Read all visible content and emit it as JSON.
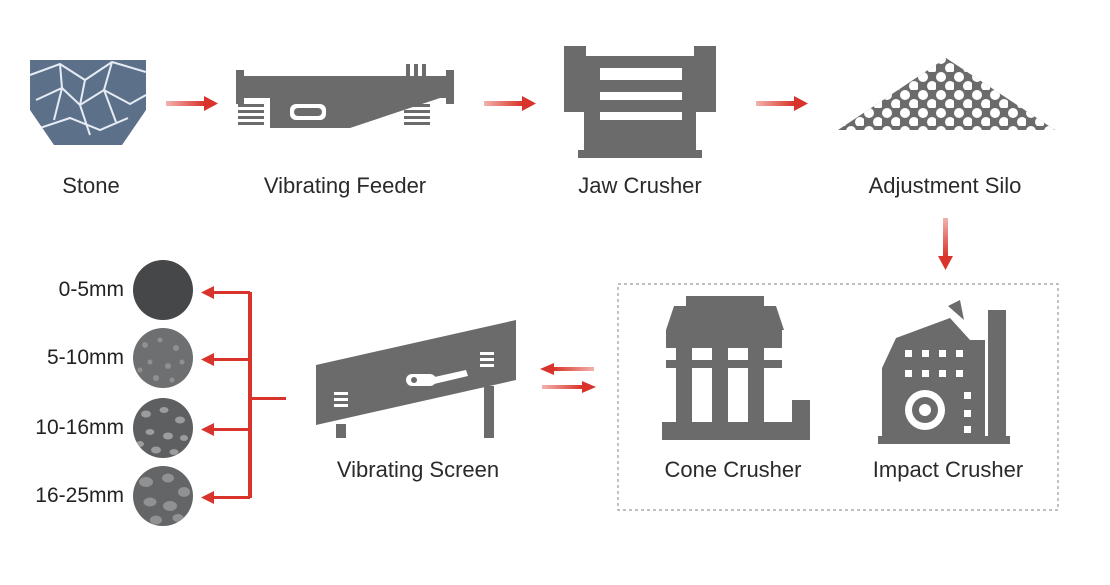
{
  "nodes": {
    "stone": "Stone",
    "vibrating_feeder": "Vibrating Feeder",
    "jaw_crusher": "Jaw Crusher",
    "adjustment_silo": "Adjustment Silo",
    "cone_crusher": "Cone Crusher",
    "impact_crusher": "Impact Crusher",
    "vibrating_screen": "Vibrating Screen"
  },
  "outputs": [
    "0-5mm",
    "5-10mm",
    "10-16mm",
    "16-25mm"
  ],
  "colors": {
    "machine": "#6b6b6b",
    "arrow": "#d9342b",
    "stone": "#5b6f86",
    "dashed_border": "#9a9a9a"
  },
  "icons": [
    "stone-hopper-icon",
    "vibrating-feeder-icon",
    "jaw-crusher-icon",
    "adjustment-silo-icon",
    "cone-crusher-icon",
    "impact-crusher-icon",
    "vibrating-screen-icon"
  ]
}
